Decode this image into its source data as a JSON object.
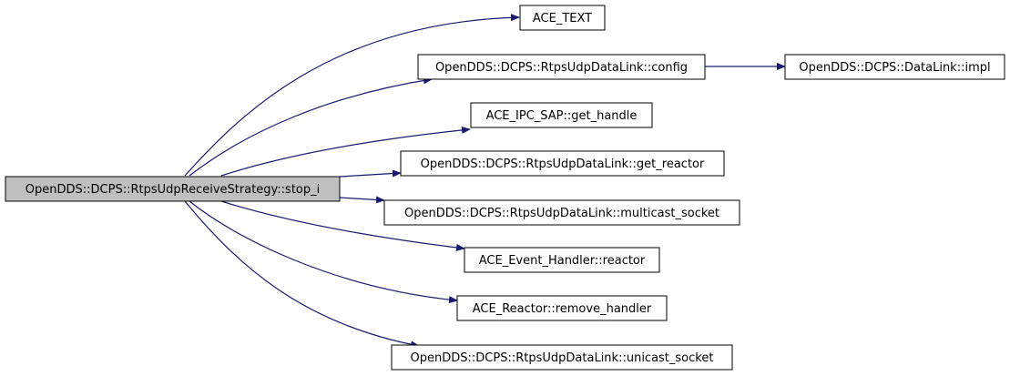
{
  "colors": {
    "edge": "#191970",
    "root_fill": "#bfbfbf",
    "node_fill": "#ffffff",
    "border": "#000000"
  },
  "nodes": {
    "root": {
      "label": "OpenDDS::DCPS::RtpsUdpReceiveStrategy::stop_i"
    },
    "ace_text": {
      "label": "ACE_TEXT"
    },
    "config": {
      "label": "OpenDDS::DCPS::RtpsUdpDataLink::config"
    },
    "impl": {
      "label": "OpenDDS::DCPS::DataLink::impl"
    },
    "get_handle": {
      "label": "ACE_IPC_SAP::get_handle"
    },
    "get_reactor": {
      "label": "OpenDDS::DCPS::RtpsUdpDataLink::get_reactor"
    },
    "multicast_socket": {
      "label": "OpenDDS::DCPS::RtpsUdpDataLink::multicast_socket"
    },
    "reactor": {
      "label": "ACE_Event_Handler::reactor"
    },
    "remove_handler": {
      "label": "ACE_Reactor::remove_handler"
    },
    "unicast_socket": {
      "label": "OpenDDS::DCPS::RtpsUdpDataLink::unicast_socket"
    }
  },
  "edges": [
    {
      "from": "root",
      "to": "ace_text"
    },
    {
      "from": "root",
      "to": "config"
    },
    {
      "from": "config",
      "to": "impl"
    },
    {
      "from": "root",
      "to": "get_handle"
    },
    {
      "from": "root",
      "to": "get_reactor"
    },
    {
      "from": "root",
      "to": "multicast_socket"
    },
    {
      "from": "root",
      "to": "reactor"
    },
    {
      "from": "root",
      "to": "remove_handler"
    },
    {
      "from": "root",
      "to": "unicast_socket"
    }
  ]
}
